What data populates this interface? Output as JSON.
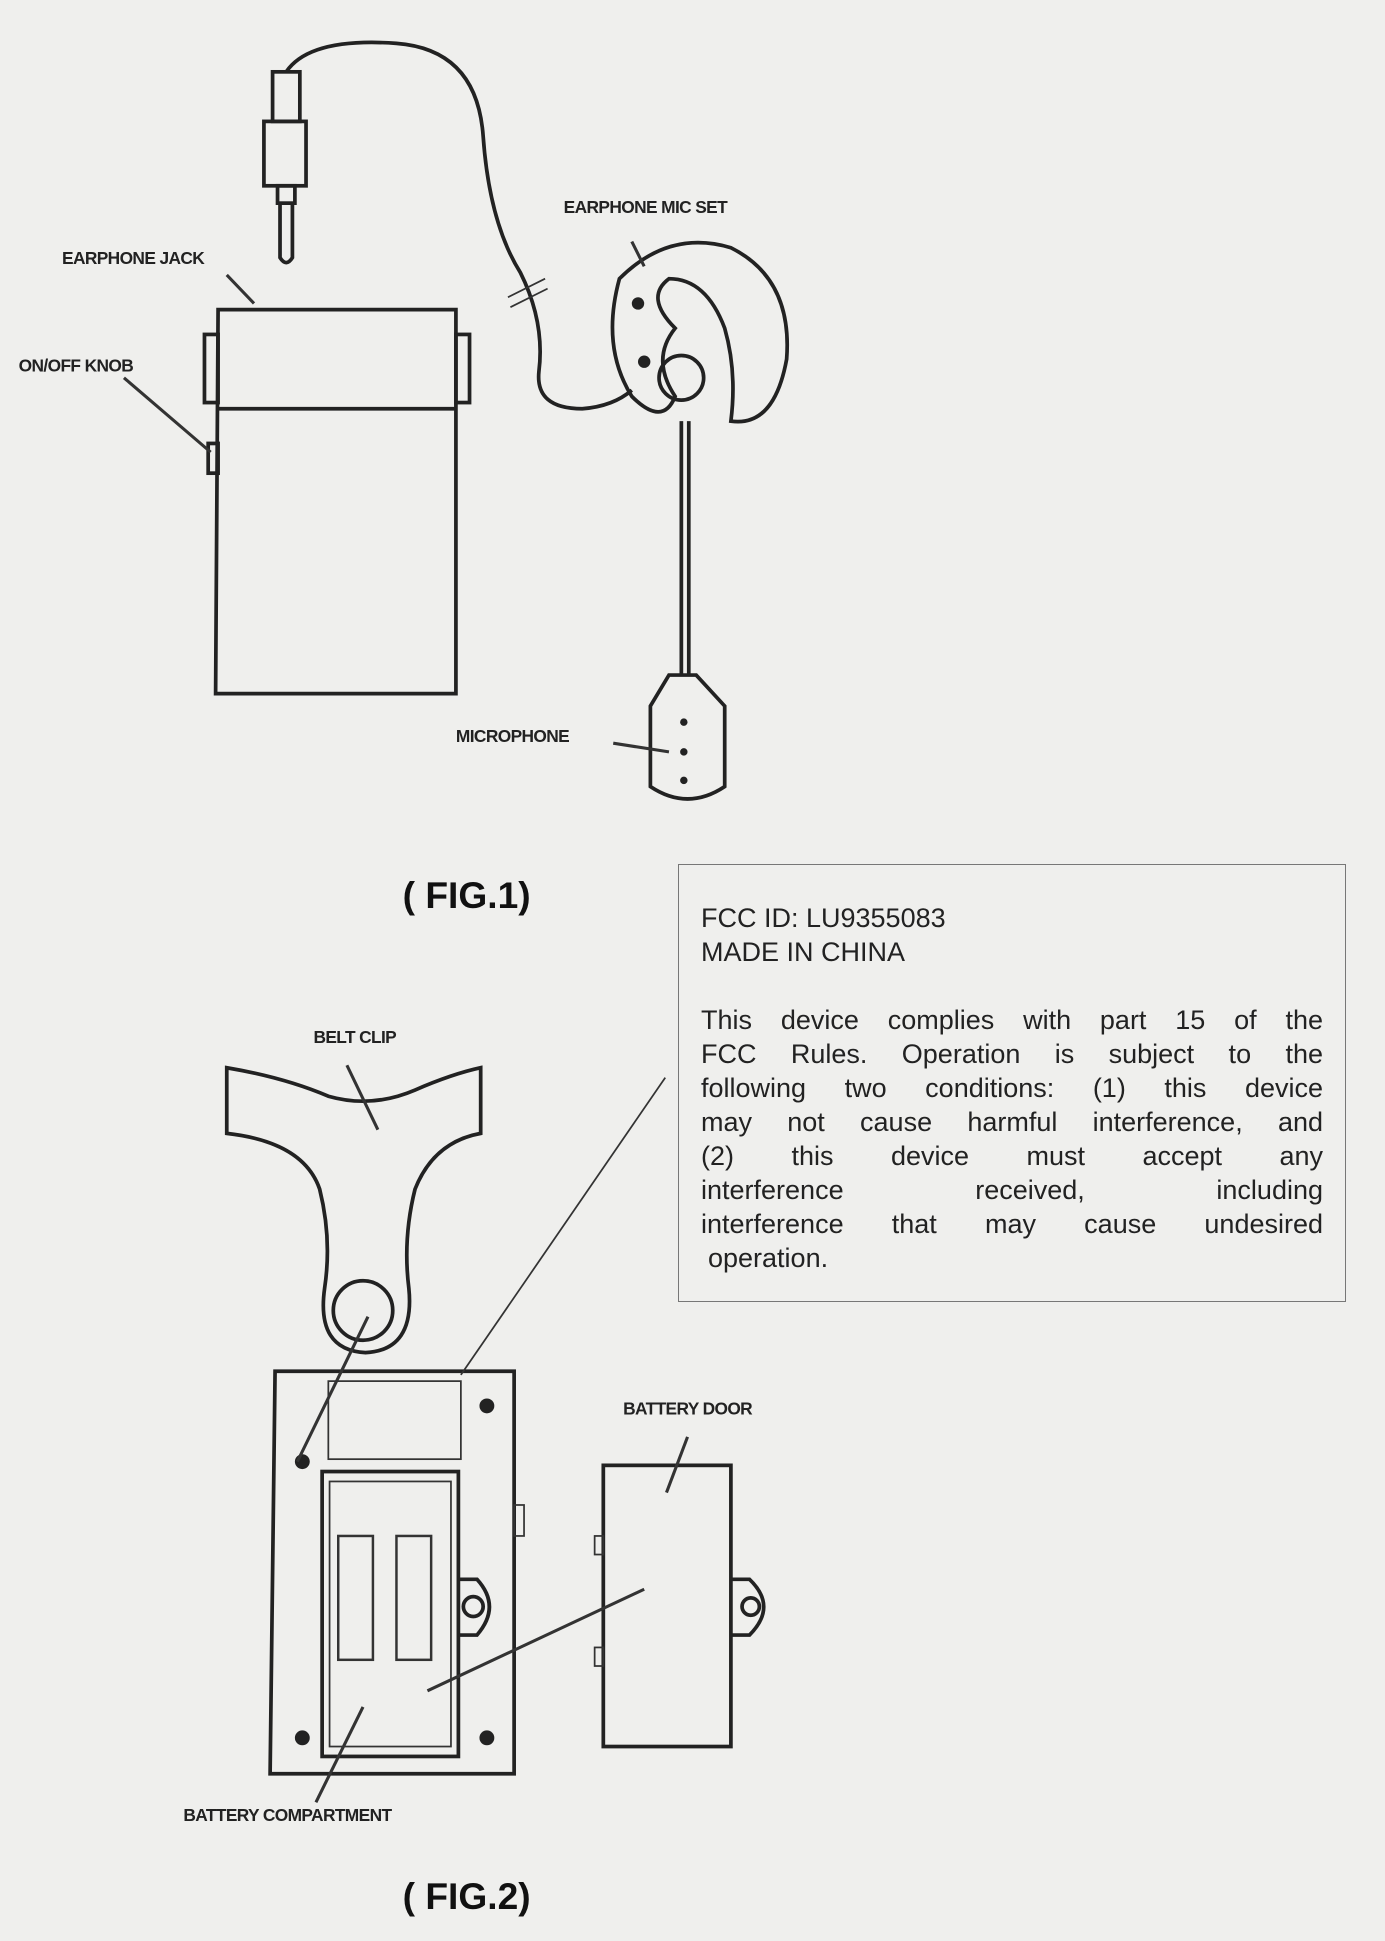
{
  "fig1": {
    "caption": "( FIG.1)",
    "labels": {
      "earphone_mic_set": "EARPHONE MIC SET",
      "earphone_jack": "EARPHONE JACK",
      "on_off_knob": "ON/OFF KNOB",
      "microphone": "MICROPHONE"
    }
  },
  "fig2": {
    "caption": "( FIG.2)",
    "labels": {
      "belt_clip": "BELT CLIP",
      "battery_door": "BATTERY DOOR",
      "battery_compartment": "BATTERY COMPARTMENT"
    }
  },
  "fcc_label": {
    "fcc_id": "FCC ID: LU9355083",
    "origin": "MADE IN CHINA",
    "statement_lines": [
      "This device complies with part 15 of the",
      "FCC Rules.   Operation is subject to the",
      "following two conditions: (1) this device",
      "may not cause harmful interference, and",
      "(2) this device must accept any",
      "interference received, including",
      "interference that may cause undesired",
      "operation."
    ]
  }
}
